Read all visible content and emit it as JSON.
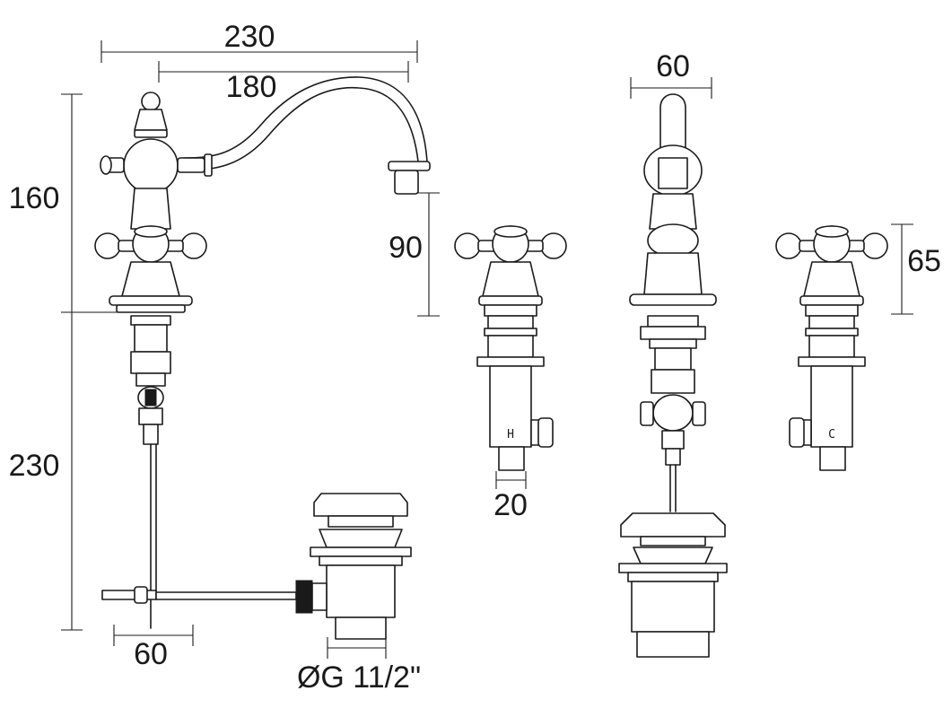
{
  "dimensions": {
    "overall_width": "230",
    "reach": "180",
    "tap_height": "160",
    "below_deck": "230",
    "spout_clearance": "90",
    "lever_offset": "60",
    "outlet_width": "60",
    "valve_height": "65",
    "connector": "20",
    "waste_thread": "ØG 11/2\""
  },
  "valve_marks": {
    "hot": "H",
    "cold": "C"
  }
}
